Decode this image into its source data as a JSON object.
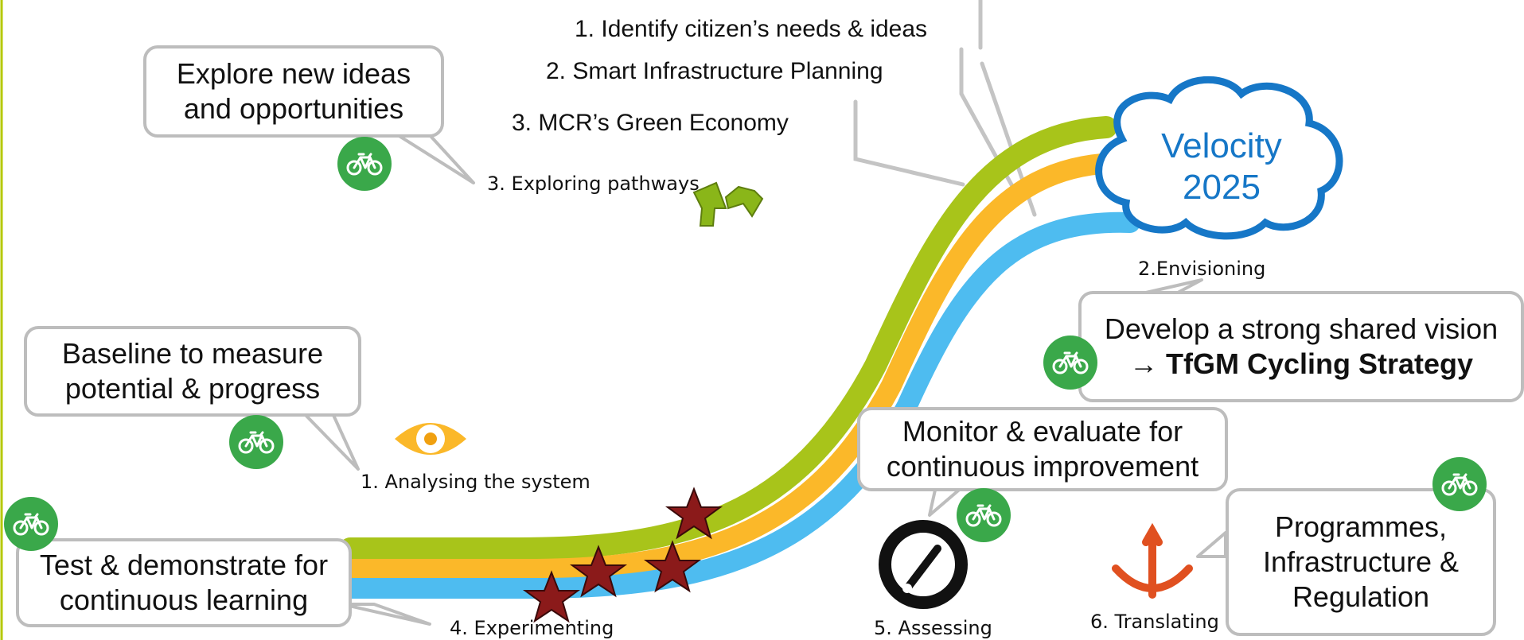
{
  "lines": [
    "1. Identify citizen’s needs & ideas",
    "2. Smart Infrastructure Planning",
    "3. MCR’s Green Economy"
  ],
  "vision": {
    "line1": "Velocity",
    "line2": "2025"
  },
  "stages": [
    "1. Analysing the system",
    "2.Envisioning",
    "3. Exploring pathways",
    "4. Experimenting",
    "5. Assessing",
    "6. Translating"
  ],
  "callouts": {
    "explore": {
      "line1": "Explore new ideas",
      "line2": "and opportunities"
    },
    "baseline": {
      "line1": "Baseline to measure",
      "line2": "potential & progress"
    },
    "test": {
      "line1": "Test & demonstrate for",
      "line2": "continuous learning"
    },
    "monitor": {
      "line1": "Monitor & evaluate for",
      "line2": "continuous improvement"
    },
    "vision": {
      "line1": "Develop a strong shared vision",
      "line2": "→   TfGM Cycling Strategy"
    },
    "programmes": {
      "line1": "Programmes,",
      "line2": "Infrastructure &",
      "line3": "Regulation"
    }
  },
  "colors": {
    "green_band": "#a8c41a",
    "orange_band": "#fbb829",
    "blue_band": "#4ebcf0",
    "bike_badge": "#3aa84a",
    "cloud_text": "#1677c7",
    "star": "#8b1a1a",
    "callout_border": "#bdbdbd",
    "frame_border": "#b5c800"
  },
  "icons": [
    "bicycle-icon",
    "eye-icon",
    "cycle-arrows-icon",
    "star-icon",
    "gauge-icon",
    "anchor-icon",
    "cloud-icon"
  ]
}
